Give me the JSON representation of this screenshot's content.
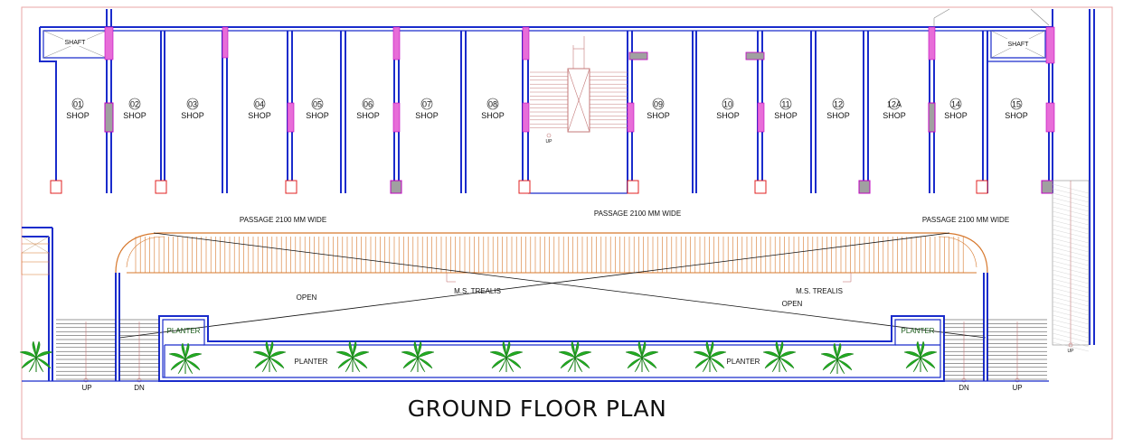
{
  "title": "GROUND FLOOR PLAN",
  "shop_label": "SHOP",
  "shops": [
    {
      "number": "01"
    },
    {
      "number": "02"
    },
    {
      "number": "03"
    },
    {
      "number": "04"
    },
    {
      "number": "05"
    },
    {
      "number": "06"
    },
    {
      "number": "07"
    },
    {
      "number": "08"
    },
    {
      "number": "09"
    },
    {
      "number": "10"
    },
    {
      "number": "11"
    },
    {
      "number": "12"
    },
    {
      "number": "12A"
    },
    {
      "number": "14"
    },
    {
      "number": "15"
    }
  ],
  "shaft_label": "SHAFT",
  "passage_label": "PASSAGE 2100  MM WIDE",
  "trellis_label": "M.S. TREALIS",
  "open_label": "OPEN",
  "planter_label": "PLANTER",
  "up_label": "UP",
  "dn_label": "DN",
  "colors": {
    "wall": "#1a2ccc",
    "column_pink": "#e040d0",
    "column_red": "#e02020",
    "column_gray": "#a0a0a0",
    "trellis": "#d7792e",
    "stair": "#333333",
    "tree": "#22aa22",
    "border": "#e9a4a4"
  }
}
